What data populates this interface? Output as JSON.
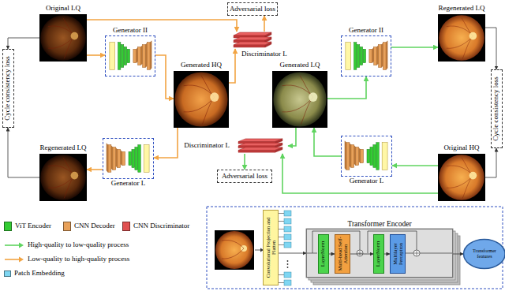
{
  "diagram": {
    "nodes": [
      {
        "text": [
          "Cycle consistency loss"
        ]
      },
      {
        "text": [
          "Original LQ"
        ]
      },
      {
        "text": [
          "Generator II"
        ]
      },
      {
        "text": [
          "Adversarial loss"
        ]
      },
      {
        "text": [
          "Generated HQ"
        ]
      },
      {
        "text": [
          "Discriminator L"
        ]
      },
      {
        "text": [
          "Generated LQ"
        ]
      },
      {
        "text": [
          "Generator II"
        ]
      },
      {
        "text": [
          "Regenerated LQ"
        ]
      },
      {
        "text": [
          "Cycle consistency loss"
        ]
      },
      {
        "text": [
          "Discriminator L"
        ]
      },
      {
        "text": [
          "Regenerated LQ"
        ]
      },
      {
        "text": [
          "Generator L"
        ]
      },
      {
        "text": [
          "Adversarial loss"
        ]
      },
      {
        "text": [
          "Generator L"
        ]
      },
      {
        "text": [
          "Original HQ"
        ]
      },
      {
        "text": [
          "Convolutional Projection and Flatten"
        ]
      },
      {
        "text": [
          "Transformer Encoder"
        ]
      },
      {
        "text": [
          "LayerNorm"
        ],
        "in": 17
      },
      {
        "text": [
          "Multi-head Self-Attention"
        ],
        "in": 17
      },
      {
        "text": [
          "LayerNorm"
        ],
        "in": 17
      },
      {
        "text": [
          "Multilayer Perceptron"
        ],
        "in": 17
      },
      {
        "text": [
          "Transformer features"
        ]
      }
    ],
    "edges": [
      {
        "from": 1,
        "to": 2,
        "arrow": "to"
      },
      {
        "from": 2,
        "to": 4,
        "arrow": "to"
      },
      {
        "from": 1,
        "to": 5,
        "arrow": "to"
      },
      {
        "from": 4,
        "to": 5,
        "arrow": "to"
      },
      {
        "from": 5,
        "to": 3,
        "arrow": "to"
      },
      {
        "from": 4,
        "to": 12,
        "arrow": "to"
      },
      {
        "from": 12,
        "to": 11,
        "arrow": "to"
      },
      {
        "from": 1,
        "to": 0,
        "arrow": "to"
      },
      {
        "from": 11,
        "to": 0,
        "arrow": "to"
      },
      {
        "from": 15,
        "to": 14,
        "arrow": "to"
      },
      {
        "from": 14,
        "to": 6,
        "arrow": "to"
      },
      {
        "from": 6,
        "to": 7,
        "arrow": "to"
      },
      {
        "from": 7,
        "to": 8,
        "arrow": "to"
      },
      {
        "from": 8,
        "to": 9,
        "arrow": "to"
      },
      {
        "from": 15,
        "to": 9,
        "arrow": "to"
      },
      {
        "from": 6,
        "to": 10,
        "arrow": "to"
      },
      {
        "from": 15,
        "to": 10,
        "arrow": "to"
      },
      {
        "from": 10,
        "to": 13,
        "arrow": "to"
      },
      {
        "from": 16,
        "to": 17,
        "arrow": "to"
      },
      {
        "from": 18,
        "to": 19,
        "arrow": "to"
      },
      {
        "from": 19,
        "to": 20,
        "arrow": "to"
      },
      {
        "from": 20,
        "to": 21,
        "arrow": "to"
      },
      {
        "from": 17,
        "to": 22,
        "arrow": "to"
      }
    ],
    "legend": [
      {
        "text": "ViT Encoder",
        "color": "#33cc33"
      },
      {
        "text": "CNN Decoder",
        "color": "#e8a15a"
      },
      {
        "text": "CNN Discriminator",
        "color": "#e05050"
      },
      {
        "text": "High-quality to low-quality process"
      },
      {
        "text": "Low-quality to high-quality process"
      },
      {
        "text": "Patch Embedding",
        "color": "#7fd6f2"
      }
    ]
  }
}
